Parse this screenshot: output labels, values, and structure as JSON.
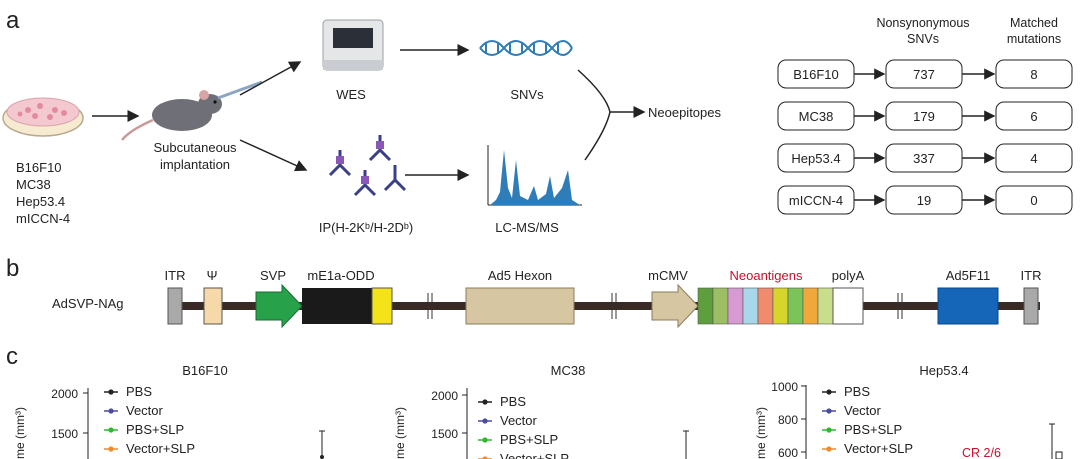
{
  "panel_a": {
    "label": "a",
    "cell_lines": [
      "B16F10",
      "MC38",
      "Hep53.4",
      "mICCN-4"
    ],
    "implant_label": [
      "Subcutaneous",
      "implantation"
    ],
    "wes_label": "WES",
    "snvs_label": "SNVs",
    "ip_label": "IP(H-2Kᵇ/H-2Dᵇ)",
    "lcms_label": "LC-MS/MS",
    "neoepitopes_label": "Neoepitopes",
    "table_header_snvs": [
      "Nonsynonymous",
      "SNVs"
    ],
    "table_header_matched": [
      "Matched",
      "mutations"
    ],
    "rows": [
      {
        "line": "B16F10",
        "snvs": "737",
        "matched": "8"
      },
      {
        "line": "MC38",
        "snvs": "179",
        "matched": "6"
      },
      {
        "line": "Hep53.4",
        "snvs": "337",
        "matched": "4"
      },
      {
        "line": "mICCN-4",
        "snvs": "19",
        "matched": "0"
      }
    ]
  },
  "panel_b": {
    "label": "b",
    "construct_name": "AdSVP-NAg",
    "elements": [
      "ITR",
      "Ψ",
      "SVP",
      "mE1a-ODD",
      "Ad5 Hexon",
      "mCMV",
      "Neoantigens",
      "polyA",
      "Ad5F11",
      "ITR"
    ],
    "neoantigen_colors": [
      "#5f9e3c",
      "#9bbf62",
      "#d79bd3",
      "#a7d7e8",
      "#f08c6d",
      "#d7d42b",
      "#7cc35a",
      "#f0a83c",
      "#c9de8a"
    ]
  },
  "panel_c": {
    "label": "c",
    "ylabel_visible": "me (mm³)",
    "legend": [
      "PBS",
      "Vector",
      "PBS+SLP",
      "Vector+SLP"
    ],
    "legend_colors": [
      "#222222",
      "#4b4ba0",
      "#2eb82e",
      "#ef8a2c"
    ],
    "annotation": "CR 2/6"
  },
  "chart_data": [
    {
      "type": "line",
      "title": "B16F10",
      "ylabel": "me (mm³)",
      "yticks": [
        1500,
        2000
      ],
      "ylim": [
        0,
        2000
      ],
      "legend": [
        "PBS",
        "Vector",
        "PBS+SLP",
        "Vector+SLP"
      ],
      "series": []
    },
    {
      "type": "line",
      "title": "MC38",
      "ylabel": "me (mm³)",
      "yticks": [
        1500,
        2000
      ],
      "ylim": [
        0,
        2000
      ],
      "legend": [
        "PBS",
        "Vector",
        "PBS+SLP",
        "Vector+SLP"
      ],
      "series": []
    },
    {
      "type": "line",
      "title": "Hep53.4",
      "ylabel": "me (mm³)",
      "yticks": [
        600,
        800,
        1000
      ],
      "ylim": [
        0,
        1000
      ],
      "legend": [
        "PBS",
        "Vector",
        "PBS+SLP",
        "Vector+SLP"
      ],
      "annotation": "CR 2/6",
      "series": []
    }
  ]
}
